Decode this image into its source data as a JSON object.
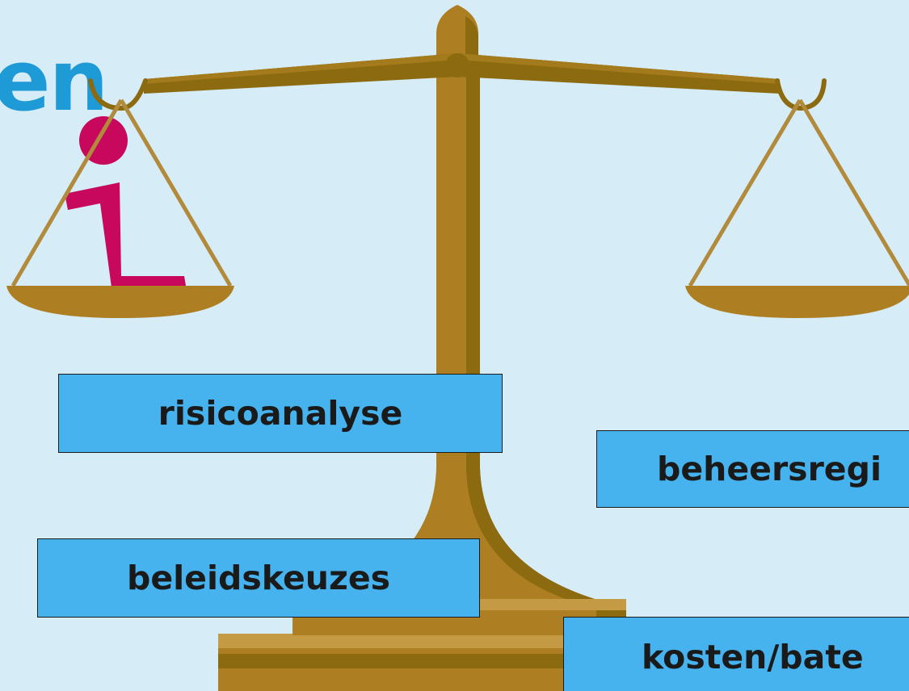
{
  "heading": "en",
  "labels": {
    "risicoanalyse": "risicoanalyse",
    "beleidskeuzes": "beleidskeuzes",
    "beheersregi": "beheersregi",
    "kosten": "kosten/bate"
  },
  "icons": {
    "scale": "balance-scale-icon",
    "info": "info-icon"
  },
  "colors": {
    "background": "#d6ecf6",
    "heading": "#1e9ad6",
    "scale_main": "#ae7f22",
    "scale_dark": "#8b6a10",
    "scale_light": "#c49a45",
    "info_icon": "#c8085c",
    "label_fill": "#46b3ef",
    "label_text": "#1a1a1a"
  }
}
